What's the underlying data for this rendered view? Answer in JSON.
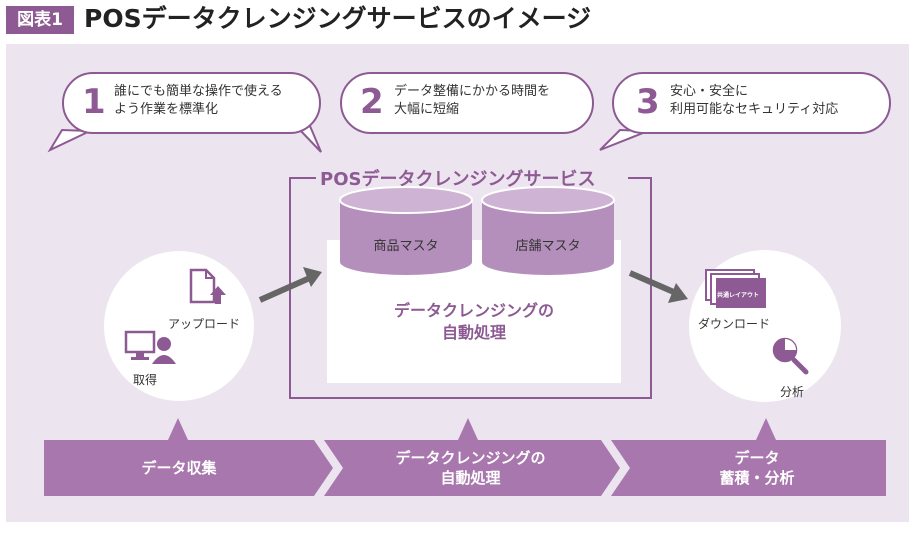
{
  "figure": {
    "label": "図表1",
    "title": "POSデータクレンジングサービスのイメージ"
  },
  "bubbles": [
    {
      "num": "1",
      "line1": "誰にでも簡単な操作で使える",
      "line2": "よう作業を標準化"
    },
    {
      "num": "2",
      "line1": "データ整備にかかる時間を",
      "line2": "大幅に短縮"
    },
    {
      "num": "3",
      "line1": "安心・安全に",
      "line2": "利用可能なセキュリティ対応"
    }
  ],
  "service": {
    "title": "POSデータクレンジングサービス",
    "db1": "商品マスタ",
    "db2": "店舗マスタ",
    "center_line1": "データクレンジングの",
    "center_line2": "自動処理"
  },
  "left_circle": {
    "upload": "アップロード",
    "acquire": "取得"
  },
  "right_circle": {
    "download": "ダウンロード",
    "doc_label": "共通レイアウト",
    "analysis": "分析"
  },
  "steps": [
    {
      "line1": "データ収集",
      "line2": ""
    },
    {
      "line1": "データクレンジングの",
      "line2": "自動処理"
    },
    {
      "line1": "データ",
      "line2": "蓄積・分析"
    }
  ],
  "colors": {
    "accent": "#8d5a93",
    "panel": "#ece5ef",
    "db": "#b48fbc",
    "step": "#a877ad",
    "arrow": "#666666"
  }
}
